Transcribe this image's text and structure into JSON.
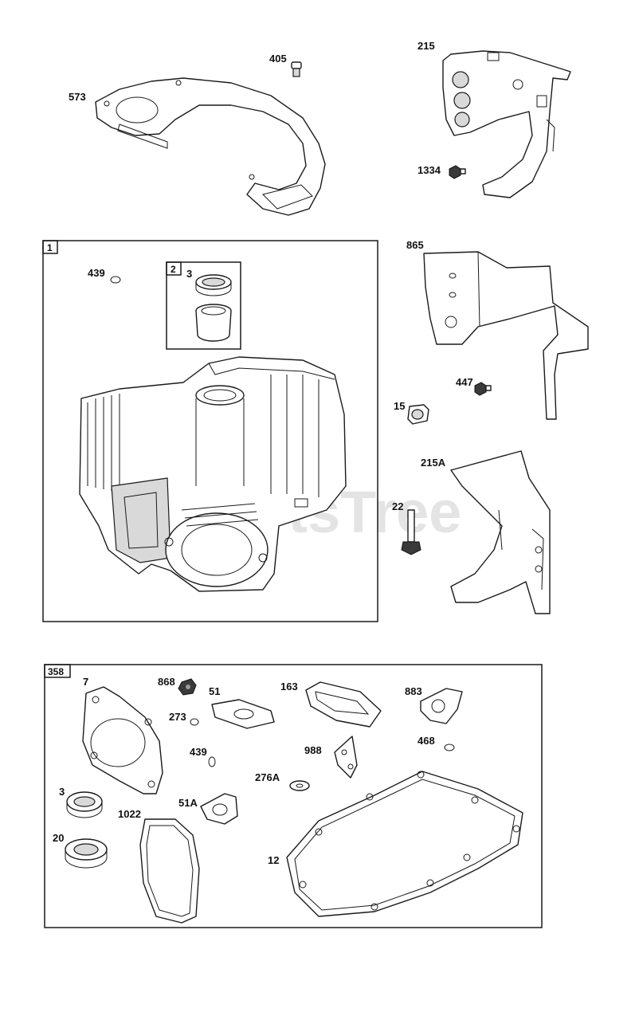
{
  "watermark": "PartsTree",
  "colors": {
    "line": "#1a1a1a",
    "background": "#ffffff",
    "watermark": "#cfcfcf"
  },
  "groups": {
    "block": {
      "tag": "1"
    },
    "bearing": {
      "tag": "2"
    },
    "gasket_set": {
      "tag": "358"
    }
  },
  "callouts": {
    "p405": "405",
    "p573": "573",
    "p215": "215",
    "p1334": "1334",
    "p439a": "439",
    "p3a": "3",
    "p865": "865",
    "p447": "447",
    "p15": "15",
    "p215A": "215A",
    "p22": "22",
    "p7": "7",
    "p868": "868",
    "p51": "51",
    "p163": "163",
    "p883": "883",
    "p273": "273",
    "p439b": "439",
    "p988": "988",
    "p468": "468",
    "p276A": "276A",
    "p3b": "3",
    "p51A": "51A",
    "p1022": "1022",
    "p20": "20",
    "p12": "12"
  }
}
